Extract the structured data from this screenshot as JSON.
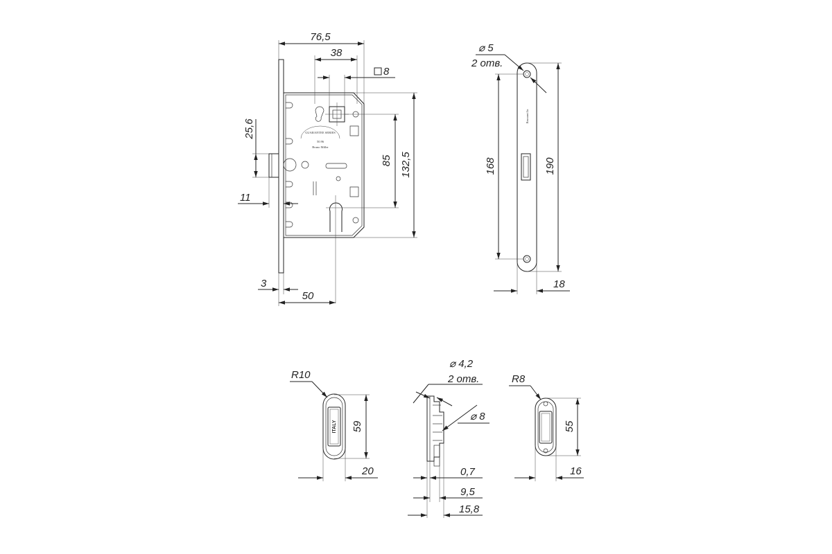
{
  "lock_body": {
    "width": "76,5",
    "cam_offset": "38",
    "square": "8",
    "latch_height": "25,6",
    "latch_projection": "11",
    "faceplate_thickness": "3",
    "backset": "50",
    "center_distance": "85",
    "body_height": "132,5",
    "plate_text": [
      "GUARANTEE SERIES",
      "50.96",
      "Bruno Miller"
    ]
  },
  "faceplate": {
    "hole_dia": "5",
    "holes_count": "2 отв.",
    "hole_spacing": "168",
    "height": "190",
    "width": "18",
    "brand": "Brunomillo"
  },
  "strike_front": {
    "radius": "R10",
    "height": "59",
    "width": "20",
    "marking": "ITALY"
  },
  "strike_side": {
    "hole_dia": "4,2",
    "holes_count": "2 отв.",
    "pin_dia": "8",
    "dim1": "0,7",
    "dim2": "9,5",
    "dim3": "15,8"
  },
  "strike_back": {
    "radius": "R8",
    "height": "55",
    "width": "16"
  },
  "symbols": {
    "diameter": "⌀",
    "square": "□"
  }
}
